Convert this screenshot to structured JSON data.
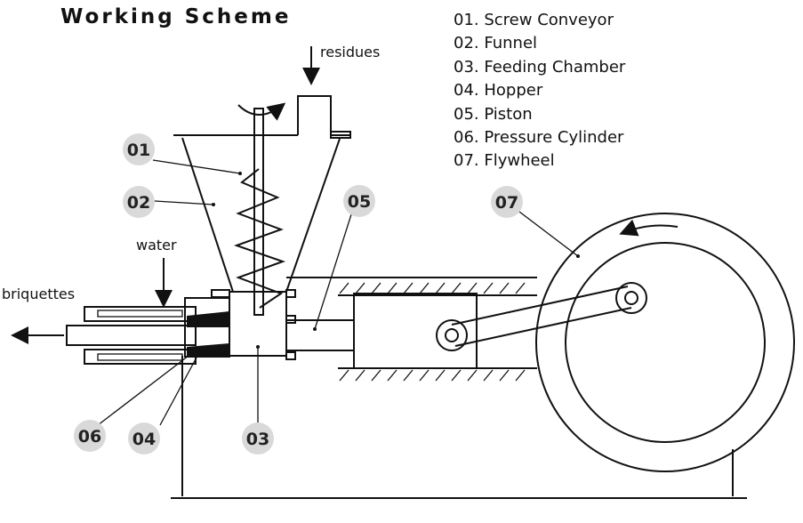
{
  "title": "Working Scheme",
  "legend": [
    "01. Screw Conveyor",
    "02. Funnel",
    "03. Feeding Chamber",
    "04. Hopper",
    "05. Piston",
    "06. Pressure Cylinder",
    "07. Flywheel"
  ],
  "labels": {
    "residues": "residues",
    "water": "water",
    "briquettes": "briquettes"
  },
  "callouts": [
    "01",
    "02",
    "03",
    "04",
    "05",
    "06",
    "07"
  ]
}
